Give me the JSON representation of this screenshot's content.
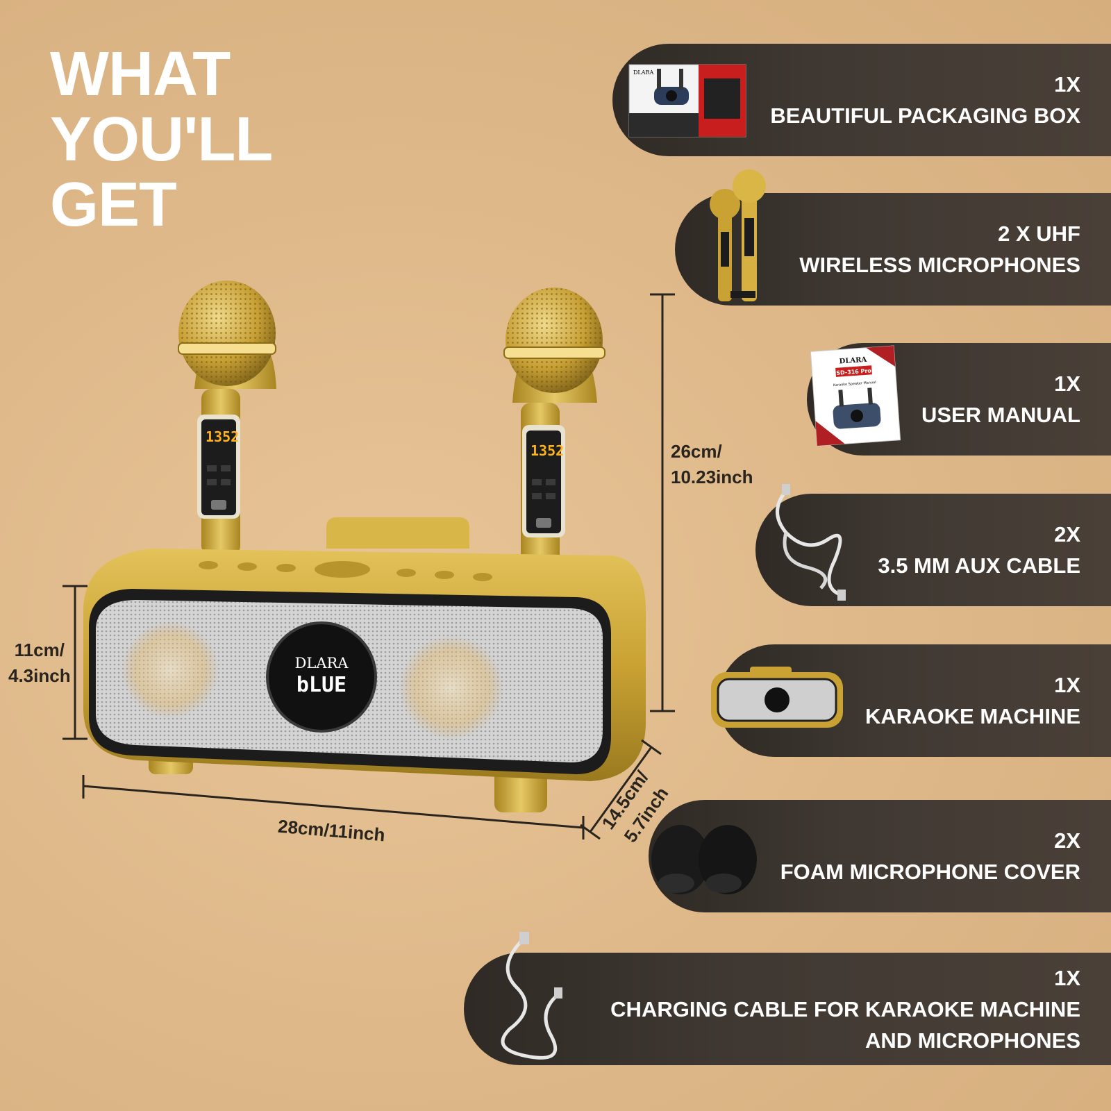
{
  "headline": {
    "line1": "WHAT",
    "line2": "YOU'LL",
    "line3": "GET"
  },
  "items": [
    {
      "qty": "1X",
      "label": "BEAUTIFUL PACKAGING BOX",
      "icon": "packaging-box-icon"
    },
    {
      "qty": "2 X UHF",
      "label": "WIRELESS MICROPHONES",
      "icon": "microphones-icon"
    },
    {
      "qty": "1X",
      "label": "USER MANUAL",
      "icon": "manual-icon"
    },
    {
      "qty": "2X",
      "label": "3.5 MM AUX CABLE",
      "icon": "aux-cable-icon"
    },
    {
      "qty": "1X",
      "label": "KARAOKE MACHINE",
      "icon": "karaoke-machine-icon"
    },
    {
      "qty": "2X",
      "label": "FOAM MICROPHONE COVER",
      "icon": "foam-cover-icon"
    },
    {
      "qty": "1X",
      "label": "CHARGING CABLE FOR KARAOKE MACHINE",
      "label2": "AND MICROPHONES",
      "icon": "charging-cable-icon"
    }
  ],
  "dimensions": {
    "height_total_1": "26cm/",
    "height_total_2": "10.23inch",
    "height_body_1": "11cm/",
    "height_body_2": "4.3inch",
    "width": "28cm/11inch",
    "depth_1": "14.5cm/",
    "depth_2": "5.7inch"
  },
  "product": {
    "brand": "DLARA",
    "display_text": "bLUE",
    "mic_display": "1352",
    "manual_brand": "DLARA",
    "manual_model": "SD-316 Pro",
    "manual_subtitle": "Karaoke Speaker Manual"
  },
  "colors": {
    "background": "#dfb98a",
    "pill": "#3f3832",
    "gold": "#c9a233",
    "text_dark": "#2a241e",
    "text_light": "#ffffff"
  }
}
